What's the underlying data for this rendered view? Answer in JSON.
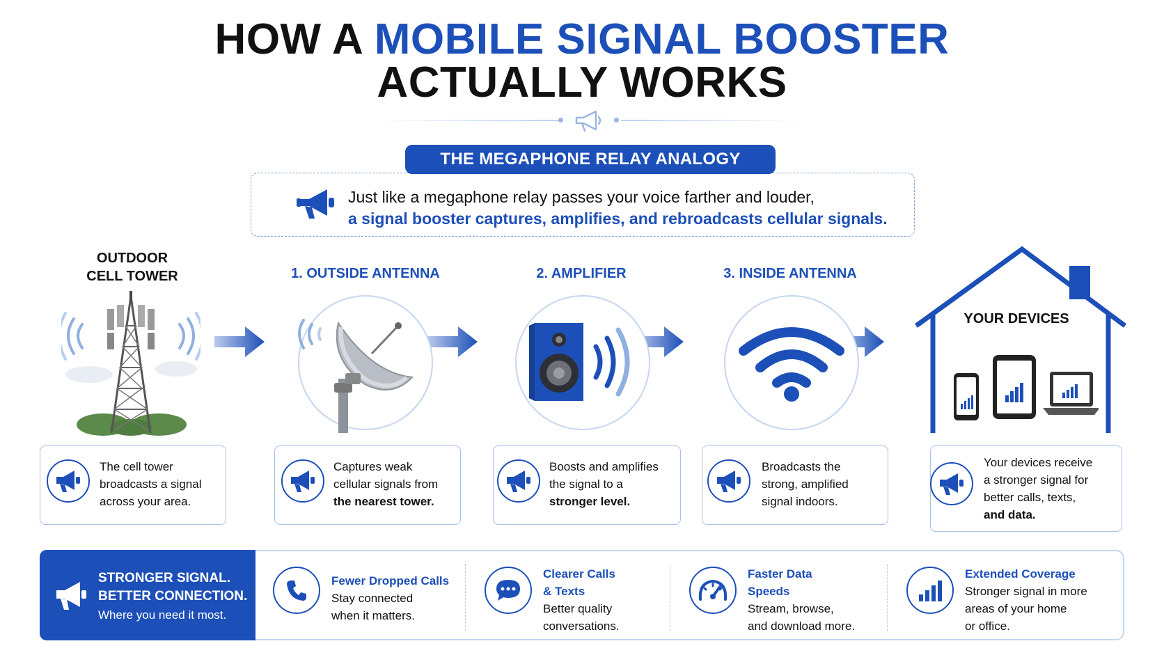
{
  "title": {
    "line1_prefix": "HOW A",
    "line1_accent": "MOBILE SIGNAL BOOSTER",
    "line2": "ACTUALLY WORKS"
  },
  "analogy": {
    "heading": "THE MEGAPHONE RELAY ANALOGY",
    "line1": "Just like a megaphone relay passes your voice farther and louder,",
    "line2": "a signal booster captures, amplifies, and rebroadcasts cellular signals."
  },
  "steps": [
    {
      "label_line1": "OUTDOOR",
      "label_line2": "CELL TOWER",
      "desc_plain": [
        "The cell tower",
        "broadcasts a signal",
        "across your area."
      ],
      "desc_bold": []
    },
    {
      "label_line1": "1. OUTSIDE ANTENNA",
      "desc_plain": [
        "Captures weak",
        "cellular signals from"
      ],
      "desc_bold": [
        "the nearest tower."
      ]
    },
    {
      "label_line1": "2. AMPLIFIER",
      "desc_plain": [
        "Boosts and amplifies",
        "the signal to a"
      ],
      "desc_bold": [
        "stronger level."
      ]
    },
    {
      "label_line1": "3. INSIDE ANTENNA",
      "desc_plain": [
        "Broadcasts the",
        "strong, amplified",
        "signal indoors."
      ],
      "desc_bold": []
    },
    {
      "label_line1": "YOUR DEVICES",
      "desc_plain": [
        "Your devices receive",
        "a stronger signal for",
        "better calls, texts,"
      ],
      "desc_bold": [
        "and data."
      ]
    }
  ],
  "icons": {
    "tower": "cell-tower-icon",
    "antenna": "satellite-dish-icon",
    "amplifier": "speaker-icon",
    "inside": "wifi-icon",
    "house": "house-icon",
    "desc": "megaphone-icon"
  },
  "benefits": {
    "main_line1": "STRONGER SIGNAL.",
    "main_line2": "BETTER CONNECTION.",
    "main_sub": "Where you need it most.",
    "items": [
      {
        "icon": "phone-icon",
        "title_l1": "Fewer Dropped Calls",
        "title_l2": "",
        "desc_l1": "Stay connected",
        "desc_l2": "when it matters."
      },
      {
        "icon": "chat-bubble-icon",
        "title_l1": "Clearer Calls",
        "title_l2": "& Texts",
        "desc_l1": "Better quality",
        "desc_l2": "conversations."
      },
      {
        "icon": "speedometer-icon",
        "title_l1": "Faster Data",
        "title_l2": "Speeds",
        "desc_l1": "Stream, browse,",
        "desc_l2": "and download more."
      },
      {
        "icon": "signal-bars-icon",
        "title_l1": "Extended Coverage",
        "title_l2": "",
        "desc_l1": "Stronger signal in more",
        "desc_l2": "areas of your home",
        "desc_l3": "or office."
      }
    ]
  },
  "colors": {
    "brand_blue": "#1d4fb8",
    "light_blue": "#7fa0d6",
    "border_blue": "#a9c0e6"
  }
}
